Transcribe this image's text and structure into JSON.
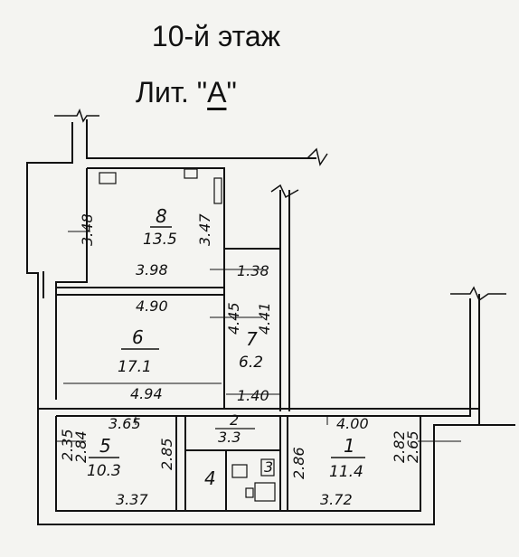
{
  "title": {
    "floor": "10-й этаж",
    "lit_prefix": "Лит. \"",
    "lit_letter": "А",
    "lit_suffix": "\""
  },
  "rooms": [
    {
      "id": "r8",
      "number": "8",
      "area": "13.5"
    },
    {
      "id": "r6",
      "number": "6",
      "area": "17.1"
    },
    {
      "id": "r7",
      "number": "7",
      "area": "6.2"
    },
    {
      "id": "r5",
      "number": "5",
      "area": "10.3"
    },
    {
      "id": "r2",
      "number": "2",
      "area": "3.3"
    },
    {
      "id": "r1",
      "number": "1",
      "area": "11.4"
    },
    {
      "id": "r4",
      "number": "4",
      "area": ""
    },
    {
      "id": "r3",
      "number": "3",
      "area": ""
    }
  ],
  "dimensions": {
    "d348": "3.48",
    "d347": "3.47",
    "d398": "3.98",
    "d138": "1.38",
    "d490": "4.90",
    "d445": "4.45",
    "d441": "4.41",
    "d494": "4.94",
    "d140": "1.40",
    "d365": "3.65",
    "d400": "4.00",
    "d235": "2.35",
    "d284": "2.84",
    "d285": "2.85",
    "d286": "2.86",
    "d282": "2.82",
    "d265": "2.65",
    "d337": "3.37",
    "d372": "3.72"
  }
}
